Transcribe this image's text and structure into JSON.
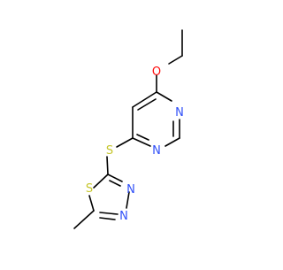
{
  "molecule": {
    "atoms": {
      "O": "O",
      "N1": "N",
      "N3": "N",
      "S_link": "S",
      "S_ring": "S",
      "N_td1": "N",
      "N_td2": "N"
    },
    "colors": {
      "bond": "#000000",
      "oxygen": "#ff0d0d",
      "nitrogen": "#3050f8",
      "sulfur": "#c6c62c"
    }
  }
}
